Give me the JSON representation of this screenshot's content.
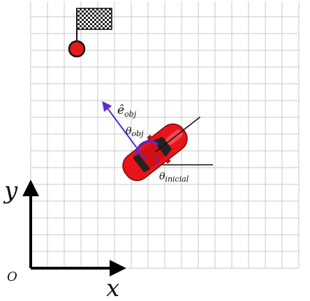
{
  "axes": {
    "x_label": "x",
    "y_label": "y",
    "origin_label": "O"
  },
  "vectors": {
    "objective_direction_label": "ê",
    "objective_direction_subscript": "obj"
  },
  "angles": {
    "objective_angle_symbol": "θ",
    "objective_angle_subscript": "obj",
    "initial_angle_symbol": "θ",
    "initial_angle_subscript": "inicial"
  },
  "colors": {
    "grid": "#c9c9c9",
    "axis": "#000000",
    "car_body": "#e8141b",
    "goal_dot": "#e31b1b",
    "objective_vector": "#5a2bd6",
    "angle_arc": "#5a2bd6"
  }
}
